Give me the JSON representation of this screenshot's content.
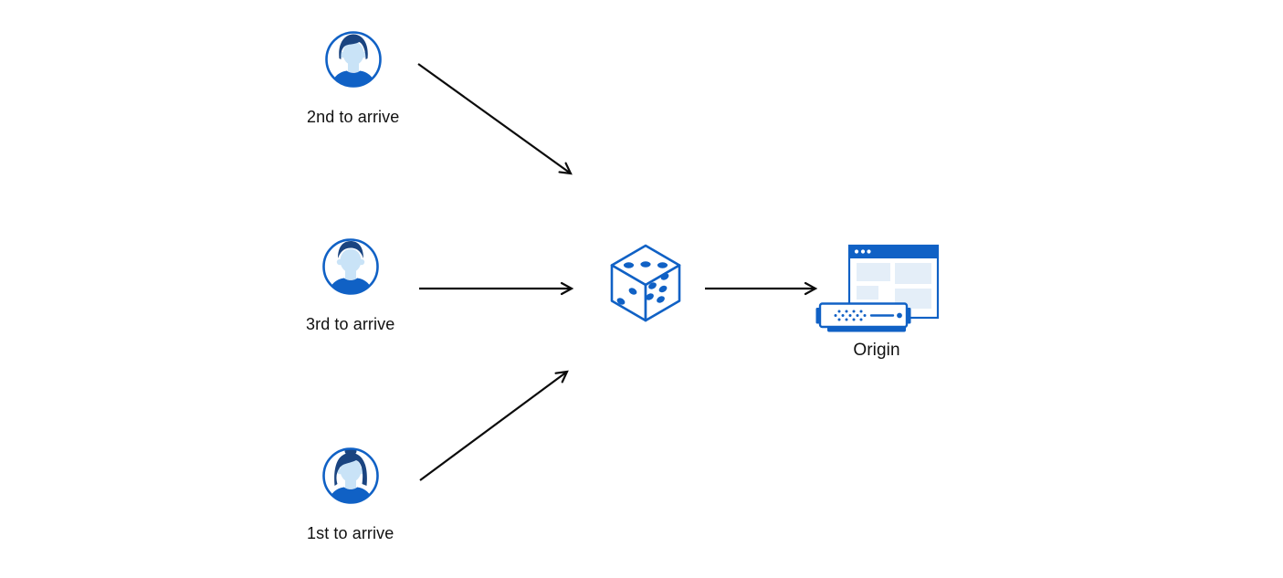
{
  "users": [
    {
      "label": "2nd to arrive",
      "icon": "avatar-man-swept-hair-icon"
    },
    {
      "label": "3rd to arrive",
      "icon": "avatar-man-short-hair-icon"
    },
    {
      "label": "1st to arrive",
      "icon": "avatar-woman-bun-icon"
    }
  ],
  "randomizer": {
    "icon": "dice-icon"
  },
  "origin": {
    "label": "Origin",
    "icon": "origin-server-browser-icon"
  },
  "edges": [
    {
      "from": "2nd to arrive",
      "to": "dice"
    },
    {
      "from": "3rd to arrive",
      "to": "dice"
    },
    {
      "from": "1st to arrive",
      "to": "dice"
    },
    {
      "from": "dice",
      "to": "Origin"
    }
  ],
  "colors": {
    "primary_blue": "#1061C5",
    "dark_blue": "#1A4480",
    "light_blue": "#C9E3F7",
    "pale_blue": "#E4EEF8",
    "arrow_black": "#0B0B0B",
    "label_text": "#111111",
    "background": "#FFFFFF"
  }
}
